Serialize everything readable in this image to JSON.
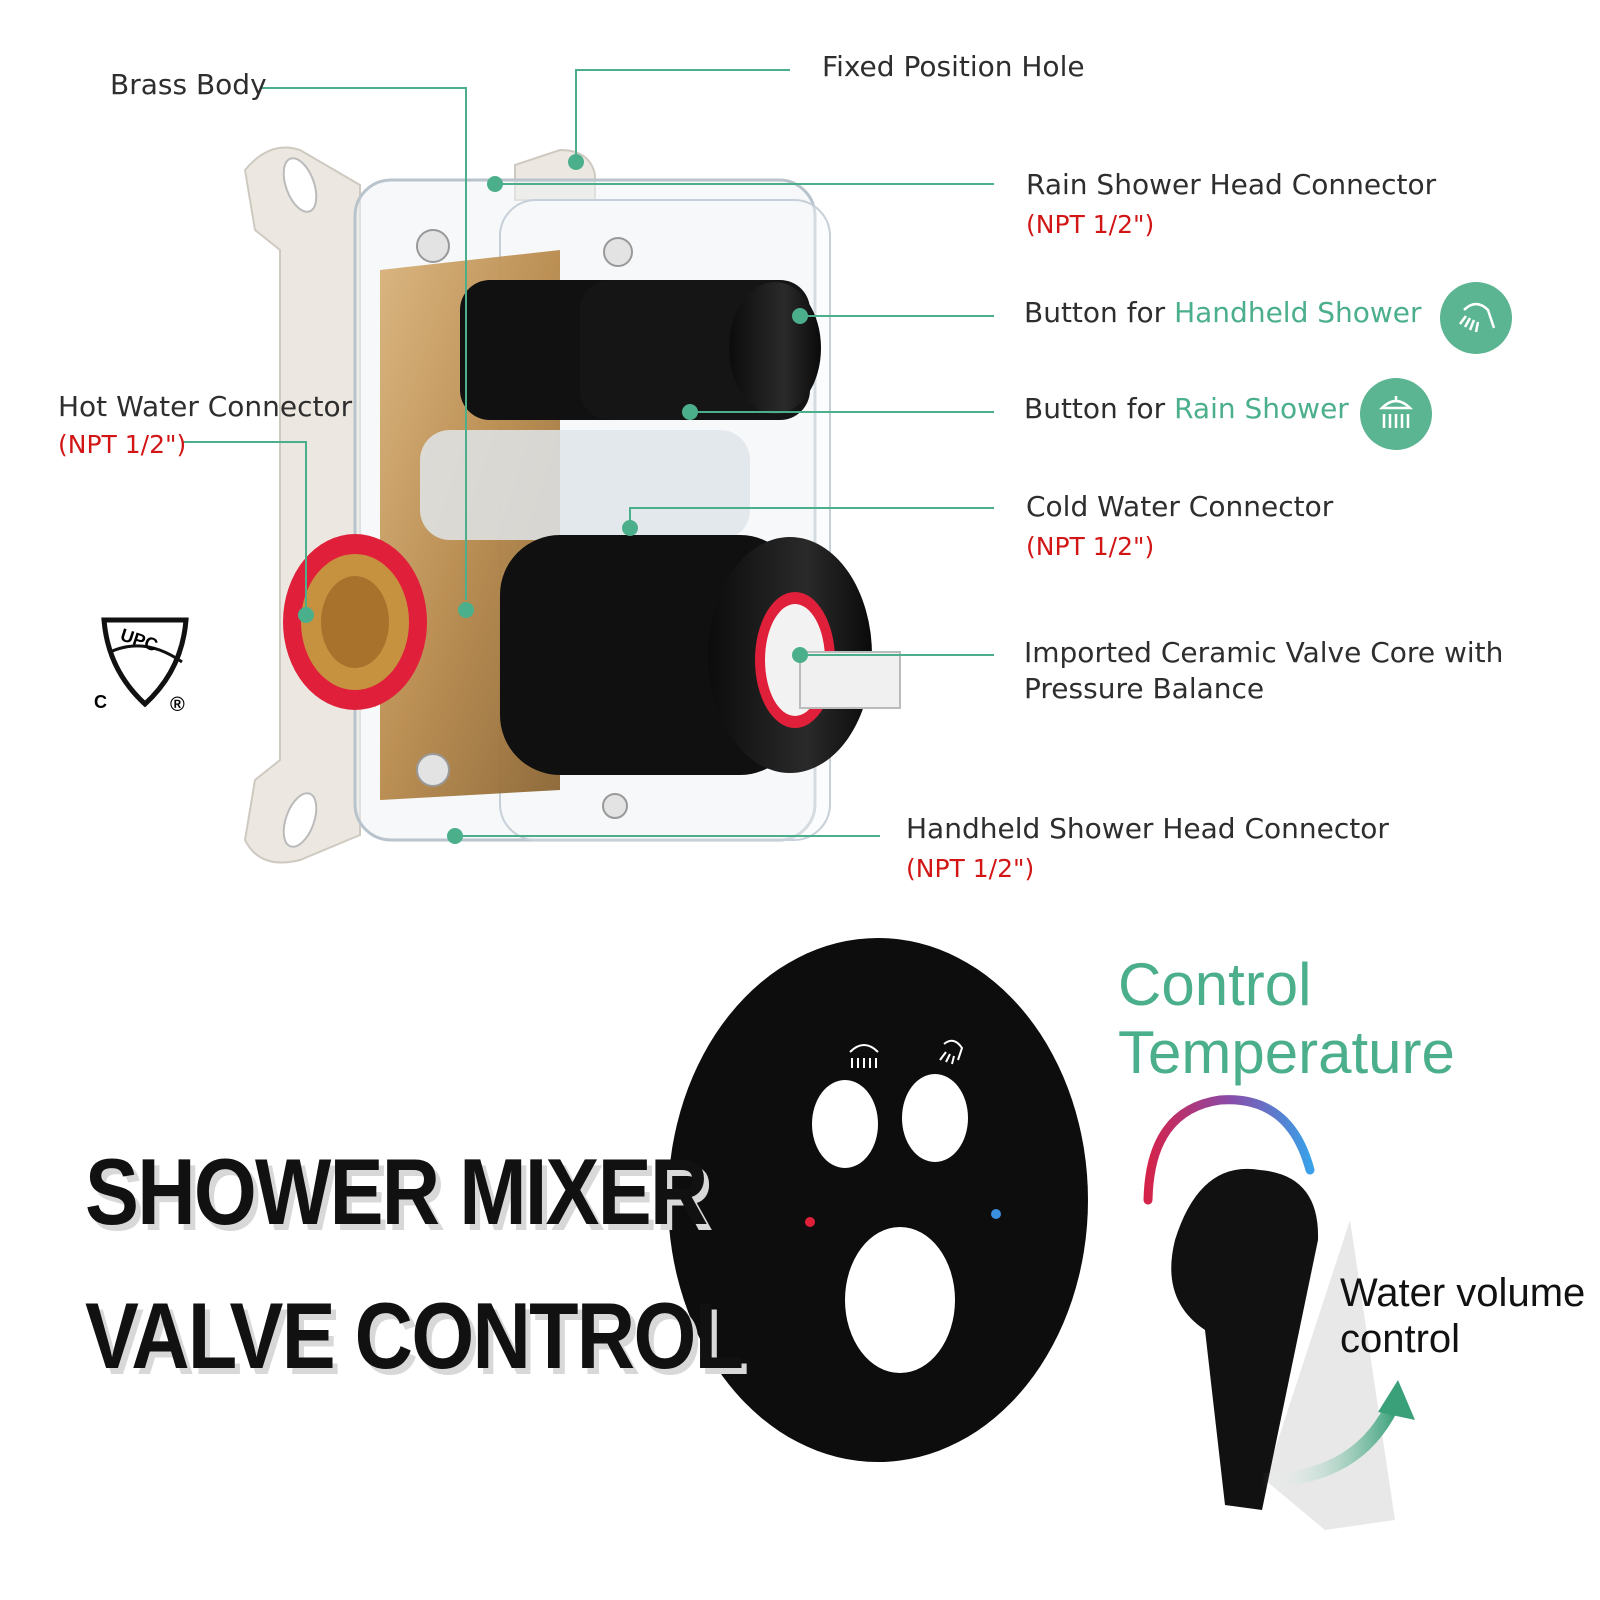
{
  "callouts": {
    "brass_body": "Brass Body",
    "fixed_position_hole": "Fixed Position Hole",
    "rain_connector": "Rain Shower Head Connector",
    "rain_connector_spec": "(NPT 1/2\")",
    "handheld_button_prefix": "Button for ",
    "handheld_button_highlight": "Handheld Shower",
    "rain_button_prefix": "Button for ",
    "rain_button_highlight": "Rain Shower",
    "cold_connector": "Cold Water Connector",
    "cold_connector_spec": "(NPT 1/2\")",
    "valve_core_line1": "Imported Ceramic Valve Core with",
    "valve_core_line2": "Pressure Balance",
    "handheld_connector": "Handheld Shower Head Connector",
    "handheld_connector_spec": "(NPT 1/2\")",
    "hot_connector": "Hot Water Connector",
    "hot_connector_spec": "(NPT 1/2\")"
  },
  "certification": {
    "upc_text": "UPC",
    "c_mark": "C",
    "registered_mark": "®"
  },
  "headline": {
    "line1": "SHOWER MIXER",
    "line2": "VALVE CONTROL"
  },
  "control_temperature": {
    "line1": "Control",
    "line2": "Temperature"
  },
  "water_volume": {
    "line1": "Water volume",
    "line2": "control"
  },
  "icons": {
    "handheld": "handheld-shower-icon",
    "rain": "rain-shower-icon"
  },
  "colors": {
    "accent_green": "#4caf8b",
    "spec_red": "#d21616",
    "hot_red": "#e0203a",
    "cold_blue": "#3a8fe0"
  }
}
